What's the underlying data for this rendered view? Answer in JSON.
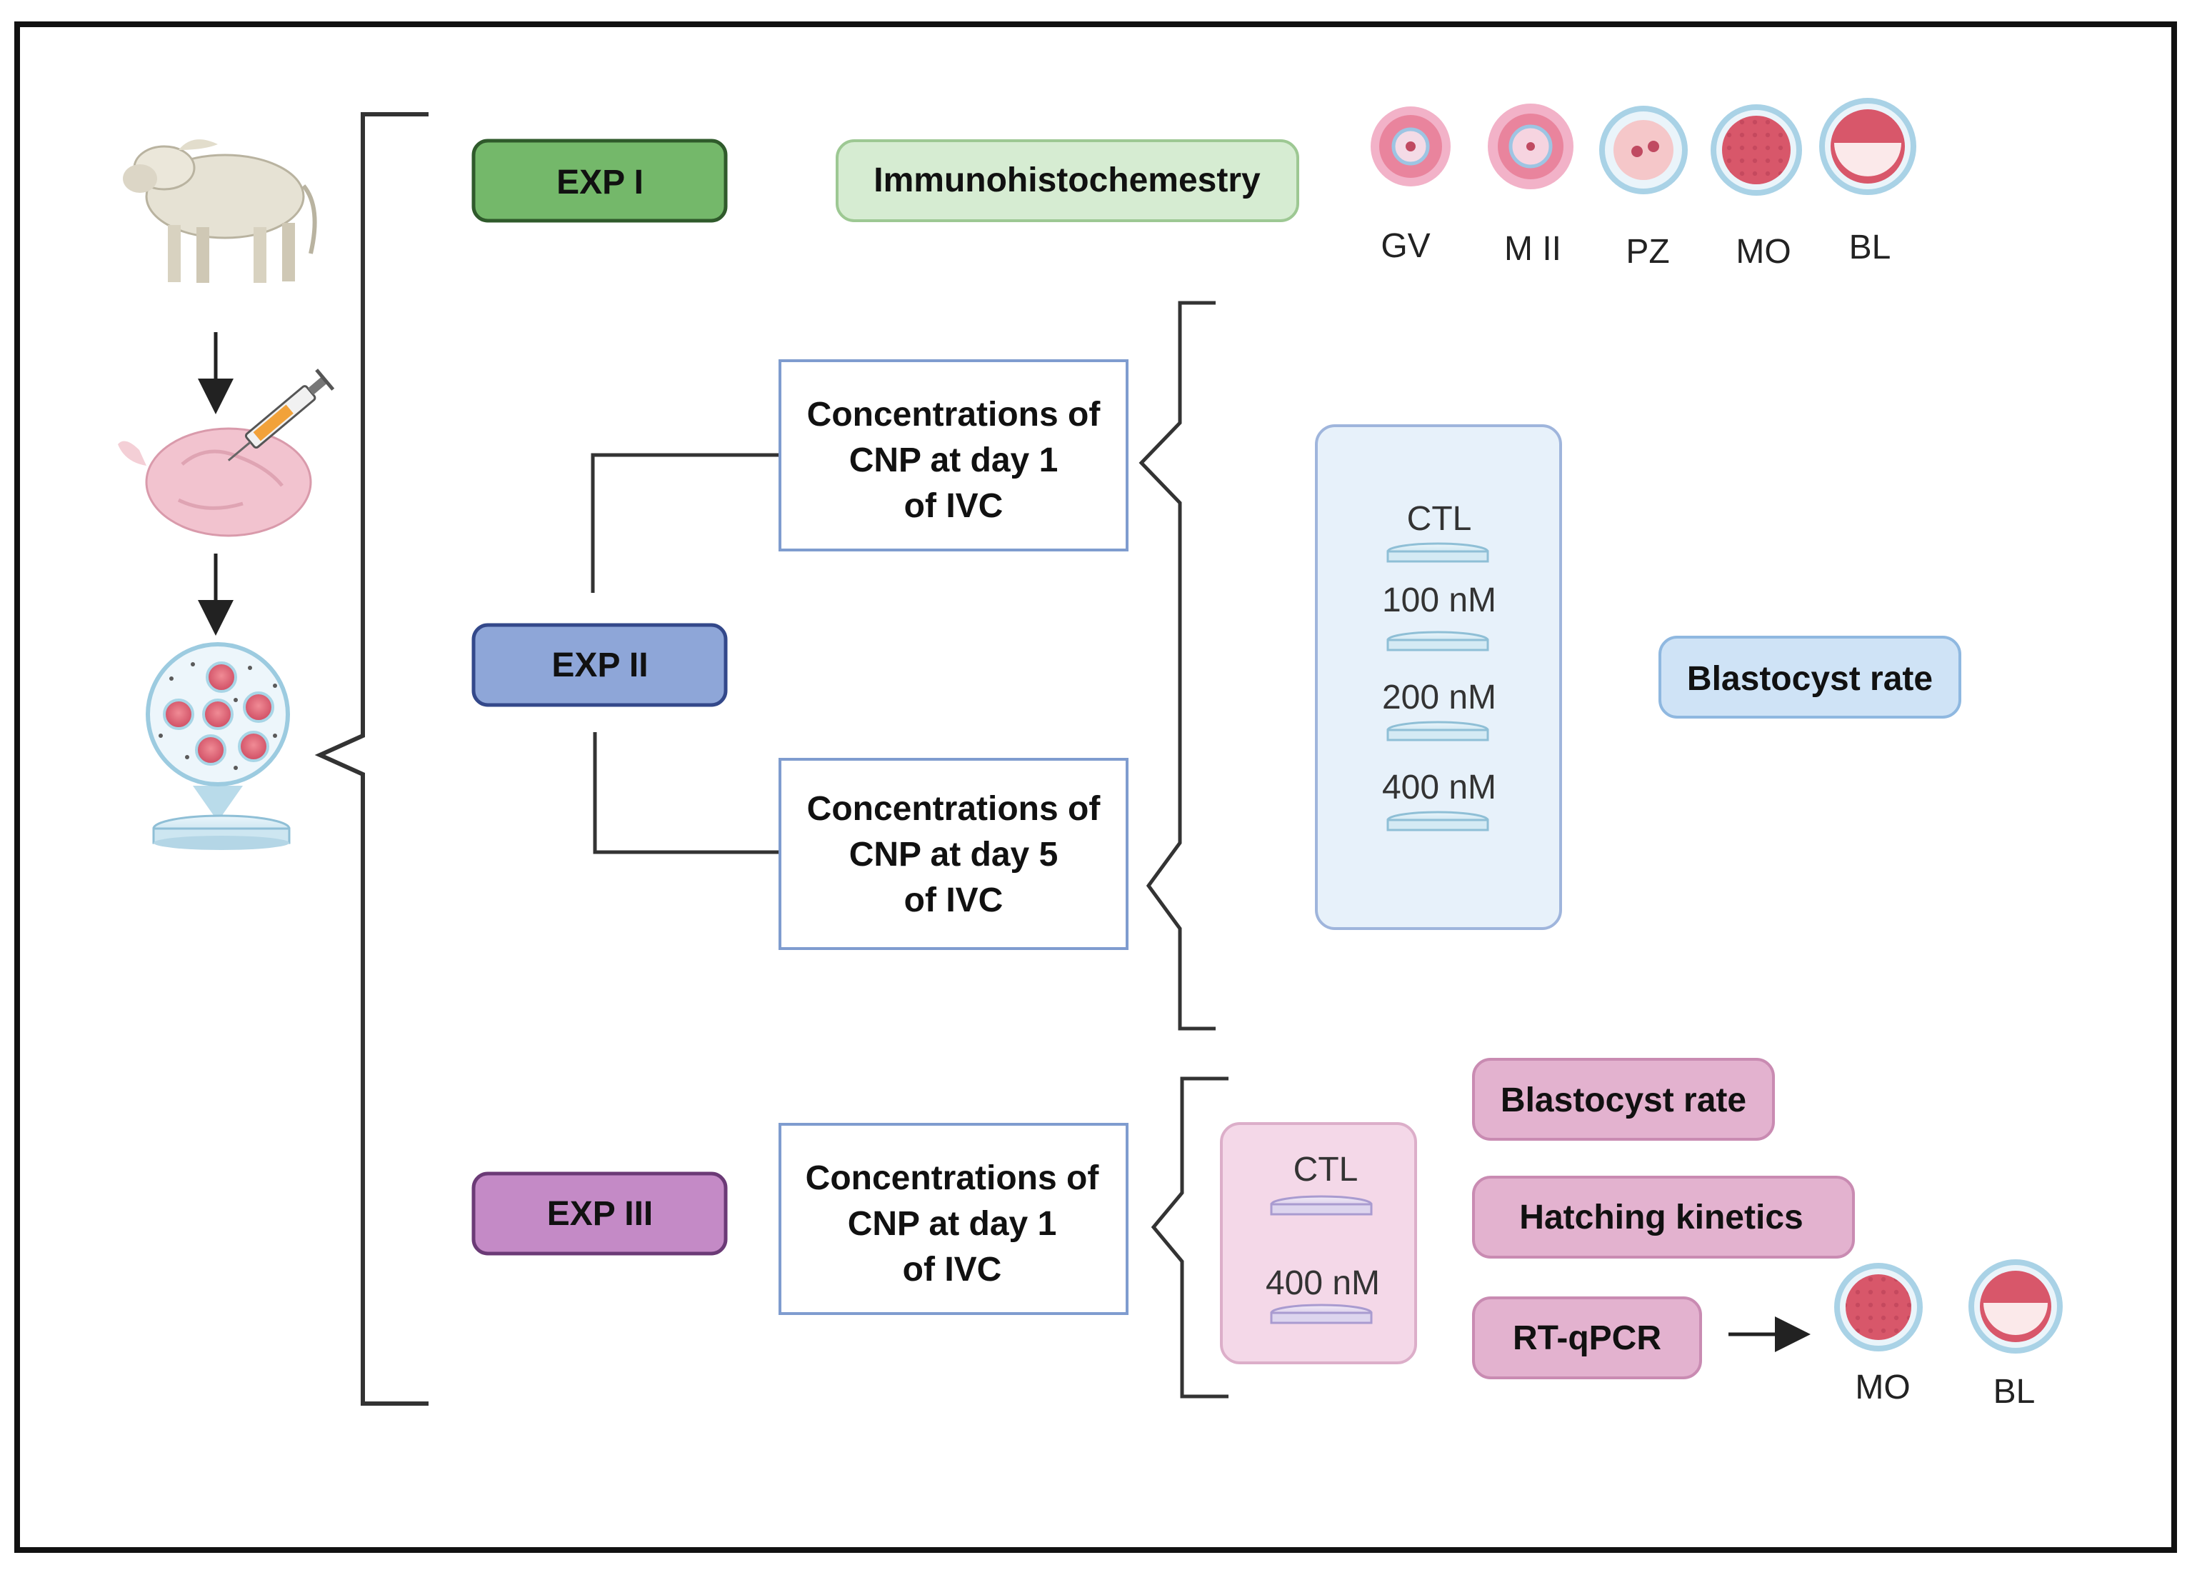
{
  "exp1": {
    "label": "EXP I",
    "method": "Immunohistochemestry",
    "stages": [
      "GV",
      "M II",
      "PZ",
      "MO",
      "BL"
    ]
  },
  "exp2": {
    "label": "EXP II",
    "box_day1": [
      "Concentrations of",
      "CNP at day 1",
      "of IVC"
    ],
    "box_day5": [
      "Concentrations of",
      "CNP at day 5",
      "of IVC"
    ],
    "doses": [
      "CTL",
      "100 nM",
      "200 nM",
      "400 nM"
    ],
    "outcome": "Blastocyst rate"
  },
  "exp3": {
    "label": "EXP III",
    "box_day1": [
      "Concentrations of",
      "CNP at day 1",
      "of IVC"
    ],
    "doses": [
      "CTL",
      "400 nM"
    ],
    "outcomes": [
      "Blastocyst rate",
      "Hatching kinetics",
      "RT-qPCR"
    ],
    "qpcr_stages": [
      "MO",
      "BL"
    ]
  },
  "colors": {
    "exp1": "#74b86a",
    "exp2": "#8ea6d8",
    "exp3": "#c48ac6",
    "immuno_fill": "#d6ecd2",
    "blasto_fill": "#cfe3f6",
    "pink_fill": "#e3b2cf",
    "embryo": "#d8576a"
  },
  "icons": [
    "cow-icon",
    "ovary-syringe-icon",
    "culture-dish-icon",
    "petri-dish-icon",
    "embryo-icon"
  ]
}
